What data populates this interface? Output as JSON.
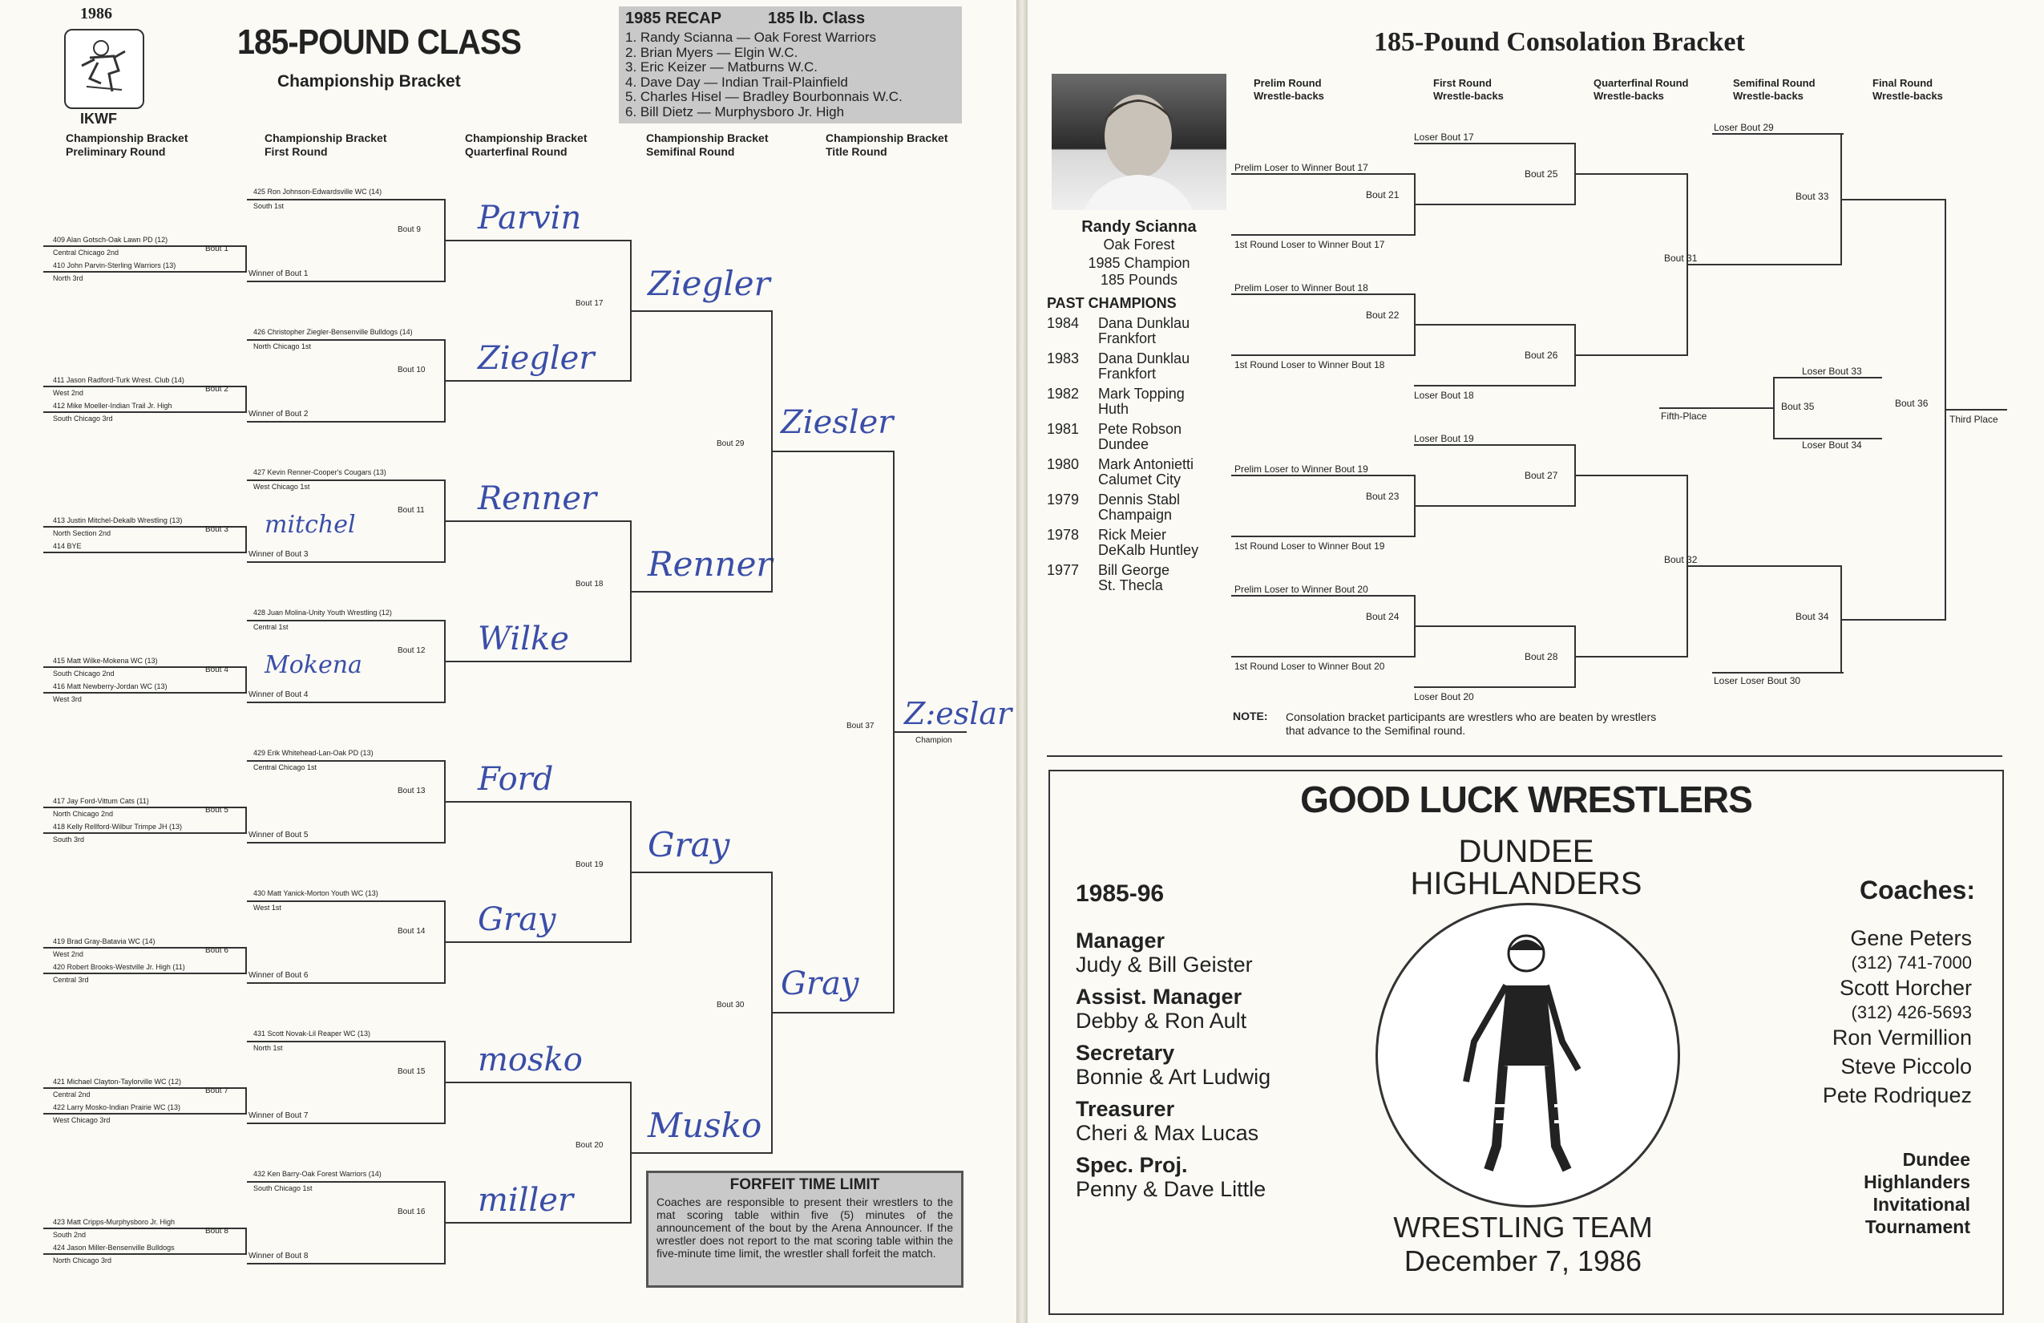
{
  "year": "1986",
  "logo_text": "IKWF",
  "title": "185-POUND CLASS",
  "subtitle": "Championship Bracket",
  "recap": {
    "title": "1985 RECAP",
    "class": "185 lb. Class",
    "items": [
      "1. Randy Scianna — Oak Forest Warriors",
      "2. Brian Myers — Elgin W.C.",
      "3. Eric Keizer — Matburns W.C.",
      "4. Dave Day — Indian Trail-Plainfield",
      "5. Charles Hisel — Bradley Bourbonnais W.C.",
      "6. Bill Dietz — Murphysboro Jr. High"
    ]
  },
  "round_headers": [
    [
      "Championship Bracket",
      "Preliminary Round"
    ],
    [
      "Championship Bracket",
      "First Round"
    ],
    [
      "Championship Bracket",
      "Quarterfinal Round"
    ],
    [
      "Championship Bracket",
      "Semifinal Round"
    ],
    [
      "Championship Bracket",
      "Title Round"
    ]
  ],
  "prelim": [
    {
      "a": "409 Alan Gotsch-Oak Lawn PD (12)",
      "a2": "Central Chicago 2nd",
      "b": "410 John Parvin-Sterling Warriors (13)",
      "b2": "North 3rd",
      "bout": "Bout 1"
    },
    {
      "a": "411 Jason Radford-Turk Wrest. Club (14)",
      "a2": "West 2nd",
      "b": "412 Mike Moeller-Indian Trail Jr. High",
      "b2": "South Chicago 3rd",
      "bout": "Bout 2"
    },
    {
      "a": "413 Justin Mitchel-Dekalb Wrestling (13)",
      "a2": "North Section 2nd",
      "b": "414 BYE",
      "b2": "",
      "bout": "Bout 3"
    },
    {
      "a": "415 Matt Wilke-Mokena WC (13)",
      "a2": "South Chicago 2nd",
      "b": "416 Matt Newberry-Jordan WC (13)",
      "b2": "West 3rd",
      "bout": "Bout 4"
    },
    {
      "a": "417 Jay Ford-Vittum Cats (11)",
      "a2": "North Chicago 2nd",
      "b": "418 Kelly Rellford-Wilbur Trimpe JH (13)",
      "b2": "South 3rd",
      "bout": "Bout 5"
    },
    {
      "a": "419 Brad Gray-Batavia WC (14)",
      "a2": "West 2nd",
      "b": "420 Robert Brooks-Westville Jr. High (11)",
      "b2": "Central 3rd",
      "bout": "Bout 6"
    },
    {
      "a": "421 Michael Clayton-Taylorville WC (12)",
      "a2": "Central 2nd",
      "b": "422 Larry Mosko-Indian Prairie WC (13)",
      "b2": "West Chicago 3rd",
      "bout": "Bout 7"
    },
    {
      "a": "423 Matt Cripps-Murphysboro Jr. High",
      "a2": "South 2nd",
      "b": "424 Jason Miller-Bensenville Bulldogs",
      "b2": "North Chicago 3rd",
      "bout": "Bout 8"
    }
  ],
  "first": [
    {
      "seed": "425 Ron Johnson-Edwardsville WC (14)",
      "seed2": "South 1st",
      "winner": "Winner of Bout 1",
      "bout": "Bout 9",
      "hw": "Parvin"
    },
    {
      "seed": "426 Christopher Ziegler-Bensenville Bulldogs (14)",
      "seed2": "North Chicago 1st",
      "winner": "Winner of Bout 2",
      "bout": "Bout 10",
      "hw": "Ziegler"
    },
    {
      "seed": "427 Kevin Renner-Cooper's Cougars (13)",
      "seed2": "West Chicago 1st",
      "winner": "Winner of Bout 3",
      "bout": "Bout 11",
      "hw": "Renner"
    },
    {
      "seed": "428 Juan Molina-Unity Youth Wrestling (12)",
      "seed2": "Central 1st",
      "winner": "Winner of Bout 4",
      "bout": "Bout 12",
      "hw": "Wilke"
    },
    {
      "seed": "429 Erik Whitehead-Lan-Oak PD (13)",
      "seed2": "Central Chicago 1st",
      "winner": "Winner of Bout 5",
      "bout": "Bout 13",
      "hw": "Ford"
    },
    {
      "seed": "430 Matt Yanick-Morton Youth WC (13)",
      "seed2": "West 1st",
      "winner": "Winner of Bout 6",
      "bout": "Bout 14",
      "hw": "Gray"
    },
    {
      "seed": "431 Scott Novak-Lil Reaper WC (13)",
      "seed2": "North 1st",
      "winner": "Winner of Bout 7",
      "bout": "Bout 15",
      "hw": "mosko"
    },
    {
      "seed": "432 Ken Barry-Oak Forest Warriors (14)",
      "seed2": "South Chicago 1st",
      "winner": "Winner of Bout 8",
      "bout": "Bout 16",
      "hw": "miller"
    }
  ],
  "prelim_hw": [
    "mitchel",
    "Mokena"
  ],
  "quarter": [
    {
      "bout": "Bout 17",
      "hw": "Ziegler"
    },
    {
      "bout": "Bout 18",
      "hw": "Renner"
    },
    {
      "bout": "Bout 19",
      "hw": "Gray"
    },
    {
      "bout": "Bout 20",
      "hw": "Musko"
    }
  ],
  "semi": [
    {
      "bout": "Bout 29",
      "hw": "Ziesler"
    },
    {
      "bout": "Bout 30",
      "hw": "Gray"
    }
  ],
  "final": {
    "bout": "Bout 37",
    "hw": "Z:eslar",
    "label": "Champion"
  },
  "forfeit": {
    "title": "FORFEIT TIME LIMIT",
    "text": "Coaches are responsible to present their wrestlers to the mat scoring table within five (5) minutes of the announcement of the bout by the Arena Announcer. If the wrestler does not report to the mat scoring table within the five-minute time limit, the wrestler shall forfeit the match."
  },
  "cons": {
    "title": "185-Pound Consolation Bracket",
    "headers": [
      [
        "Prelim Round",
        "Wrestle-backs"
      ],
      [
        "First Round",
        "Wrestle-backs"
      ],
      [
        "Quarterfinal Round",
        "Wrestle-backs"
      ],
      [
        "Semifinal Round",
        "Wrestle-backs"
      ],
      [
        "Final Round",
        "Wrestle-backs"
      ]
    ],
    "groups": [
      {
        "prelim": "Prelim Loser to Winner Bout 17",
        "bout": "Bout 21",
        "first": "1st Round Loser to Winner Bout 17",
        "loser": "Loser Bout 17",
        "qbout": "Bout 25"
      },
      {
        "prelim": "Prelim Loser to Winner Bout 18",
        "bout": "Bout 22",
        "first": "1st Round Loser to Winner Bout 18",
        "loser": "Loser Bout 18",
        "qbout": "Bout 26"
      },
      {
        "prelim": "Prelim Loser to Winner Bout 19",
        "bout": "Bout 23",
        "first": "1st Round Loser to Winner Bout 19",
        "loser": "Loser Bout 19",
        "qbout": "Bout 27"
      },
      {
        "prelim": "Prelim Loser to Winner Bout 20",
        "bout": "Bout 24",
        "first": "1st Round Loser to Winner Bout 20",
        "loser": "Loser Bout 20",
        "qbout": "Bout 28"
      }
    ],
    "bout31": "Bout 31",
    "bout32": "Bout 32",
    "loser29": "Loser Bout 29",
    "bout33": "Bout 33",
    "loser30": "Loser Loser Bout 30",
    "bout34": "Bout 34",
    "loser33": "Loser Bout 33",
    "loser34": "Loser Bout 34",
    "bout35": "Bout 35",
    "fifth": "Fifth-Place",
    "bout36": "Bout 36",
    "third": "Third Place",
    "note_label": "NOTE:",
    "note": "Consolation bracket participants are wrestlers who are beaten by wrestlers that advance to the Semifinal round."
  },
  "champ": {
    "name": "Randy Scianna",
    "town": "Oak Forest",
    "line1": "1985 Champion",
    "line2": "185 Pounds",
    "past_title": "PAST CHAMPIONS",
    "past": [
      {
        "y": "1984",
        "n": "Dana Dunklau",
        "t": "Frankfort"
      },
      {
        "y": "1983",
        "n": "Dana Dunklau",
        "t": "Frankfort"
      },
      {
        "y": "1982",
        "n": "Mark Topping",
        "t": "Huth"
      },
      {
        "y": "1981",
        "n": "Pete Robson",
        "t": "Dundee"
      },
      {
        "y": "1980",
        "n": "Mark Antonietti",
        "t": "Calumet City"
      },
      {
        "y": "1979",
        "n": "Dennis Stabl",
        "t": "Champaign"
      },
      {
        "y": "1978",
        "n": "Rick Meier",
        "t": "DeKalb Huntley"
      },
      {
        "y": "1977",
        "n": "Bill George",
        "t": "St. Thecla"
      }
    ]
  },
  "ad": {
    "title": "GOOD LUCK WRESTLERS",
    "team1": "DUNDEE",
    "team2": "HIGHLANDERS",
    "season": "1985-96",
    "staff": [
      {
        "role": "Manager",
        "name": "Judy & Bill Geister"
      },
      {
        "role": "Assist. Manager",
        "name": "Debby & Ron Ault"
      },
      {
        "role": "Secretary",
        "name": "Bonnie & Art Ludwig"
      },
      {
        "role": "Treasurer",
        "name": "Cheri & Max Lucas"
      },
      {
        "role": "Spec. Proj.",
        "name": "Penny & Dave Little"
      }
    ],
    "coaches_title": "Coaches:",
    "coaches": [
      "Gene Peters",
      "(312) 741-7000",
      "Scott Horcher",
      "(312) 426-5693",
      "Ron Vermillion",
      "Steve Piccolo",
      "Pete Rodriquez"
    ],
    "event": [
      "Dundee",
      "Highlanders",
      "Invitational",
      "Tournament"
    ],
    "footer1": "WRESTLING TEAM",
    "footer2": "December 7, 1986"
  }
}
